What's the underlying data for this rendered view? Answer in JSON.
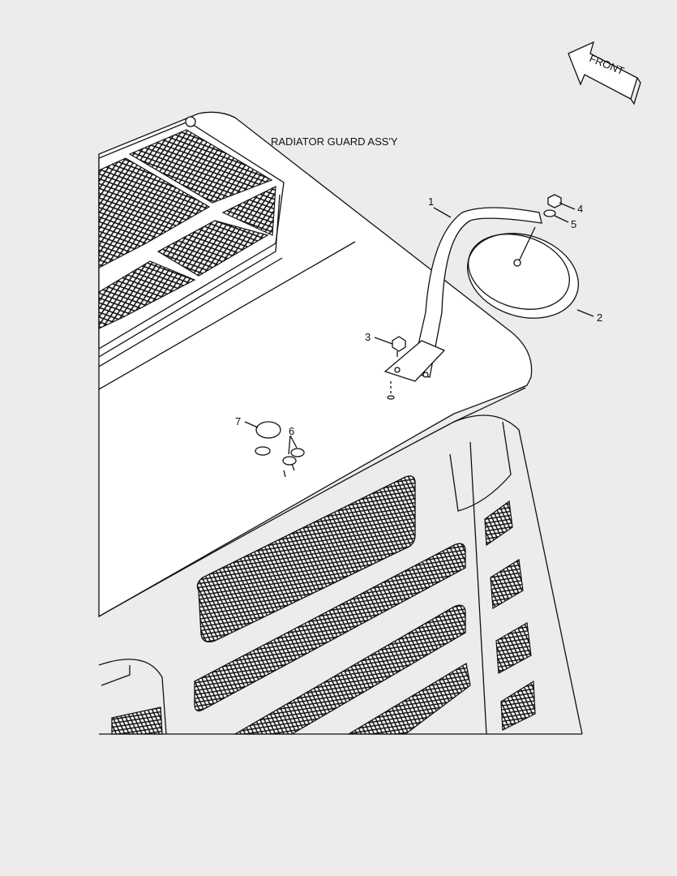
{
  "diagram": {
    "front_label": "FRONT",
    "assembly_label": "RADIATOR GUARD ASS'Y",
    "callouts": [
      "1",
      "2",
      "3",
      "4",
      "5",
      "6",
      "7"
    ]
  },
  "colors": {
    "background": "#ececec",
    "line": "#111111",
    "panel": "#ffffff"
  }
}
